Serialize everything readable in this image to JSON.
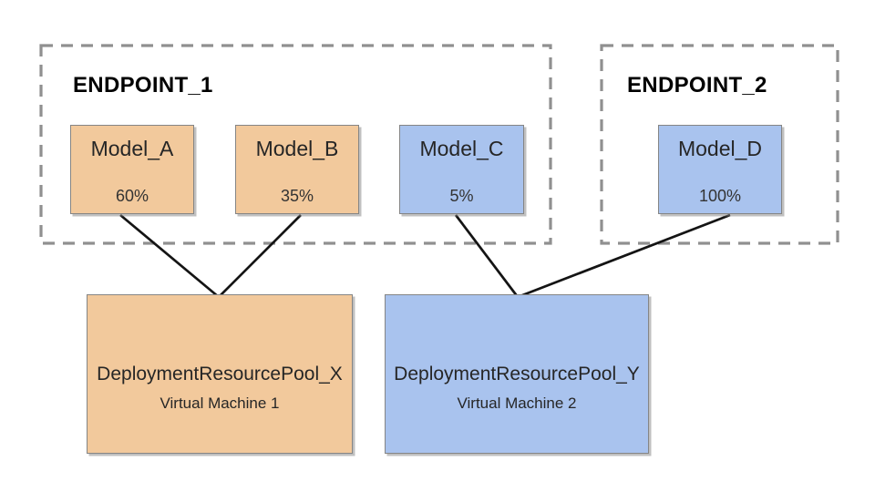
{
  "colors": {
    "model_orange": "#F2C99C",
    "model_blue": "#A9C3EE",
    "box_border": "#858585",
    "dashed_border": "#909090",
    "connector": "#141414",
    "background": "#FFFFFF"
  },
  "endpoints": [
    {
      "label": "ENDPOINT_1",
      "models": [
        {
          "name": "Model_A",
          "traffic_split": "60%",
          "fill": "#F2C99C"
        },
        {
          "name": "Model_B",
          "traffic_split": "35%",
          "fill": "#F2C99C"
        },
        {
          "name": "Model_C",
          "traffic_split": "5%",
          "fill": "#A9C3EE"
        }
      ]
    },
    {
      "label": "ENDPOINT_2",
      "models": [
        {
          "name": "Model_D",
          "traffic_split": "100%",
          "fill": "#A9C3EE"
        }
      ]
    }
  ],
  "pools": [
    {
      "name": "DeploymentResourcePool_X",
      "machine": "Virtual Machine 1",
      "fill": "#F2C99C"
    },
    {
      "name": "DeploymentResourcePool_Y",
      "machine": "Virtual Machine 2",
      "fill": "#A9C3EE"
    }
  ],
  "connections": [
    {
      "from": "Model_A",
      "to": "DeploymentResourcePool_X"
    },
    {
      "from": "Model_B",
      "to": "DeploymentResourcePool_X"
    },
    {
      "from": "Model_C",
      "to": "DeploymentResourcePool_Y"
    },
    {
      "from": "Model_D",
      "to": "DeploymentResourcePool_Y"
    }
  ]
}
